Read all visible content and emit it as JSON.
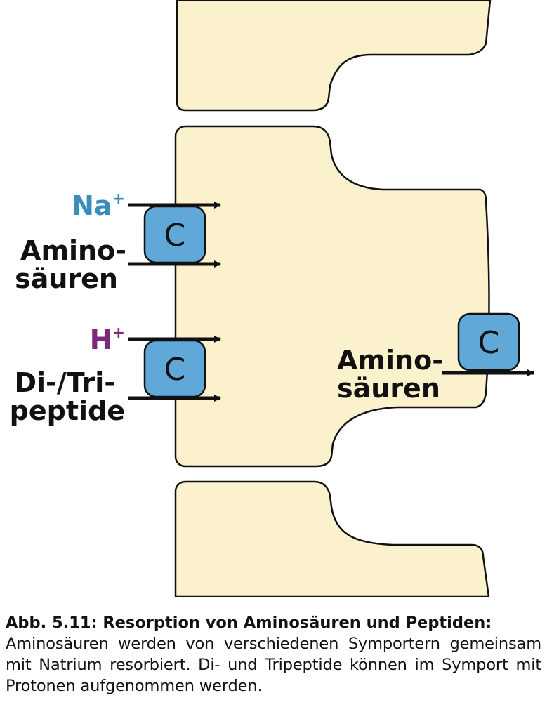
{
  "colors": {
    "cell_fill": "#fbf1cd",
    "outline": "#111111",
    "carrier_fill": "#5fa8d8",
    "sodium": "#3a8fba",
    "proton": "#7a2a78",
    "arrow": "#111111"
  },
  "carrier_letter": "C",
  "labels": {
    "sodium_base": "Na",
    "sodium_sup": "+",
    "proton_base": "H",
    "proton_sup": "+",
    "amino_left_line1": "Amino-",
    "amino_left_line2": "säuren",
    "peptide_line1": "Di-/Tri-",
    "peptide_line2": "peptide",
    "amino_right_line1": "Amino-",
    "amino_right_line2": "säuren"
  },
  "caption": {
    "title": "Abb. 5.11: Resorption von Aminosäuren und Peptiden:",
    "body": "Aminosäuren werden von verschiedenen Symportern gemeinsam mit Natrium resorbiert. Di- und Tripeptide können im Symport mit Protonen aufgenommen werden."
  }
}
